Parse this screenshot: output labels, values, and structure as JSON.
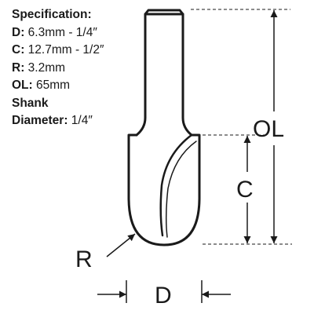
{
  "spec": {
    "heading": "Specification:",
    "rows": [
      {
        "key": "D:",
        "value": " 6.3mm - 1/4″"
      },
      {
        "key": "C:",
        "value": " 12.7mm - 1/2″"
      },
      {
        "key": "R:",
        "value": " 3.2mm"
      },
      {
        "key": "OL:",
        "value": " 65mm"
      }
    ],
    "shank_line1": "Shank",
    "shank_line2_key": "Diameter:",
    "shank_line2_value": " 1/4″"
  },
  "labels": {
    "ol": "OL",
    "c": "C",
    "r": "R",
    "d": "D"
  }
}
